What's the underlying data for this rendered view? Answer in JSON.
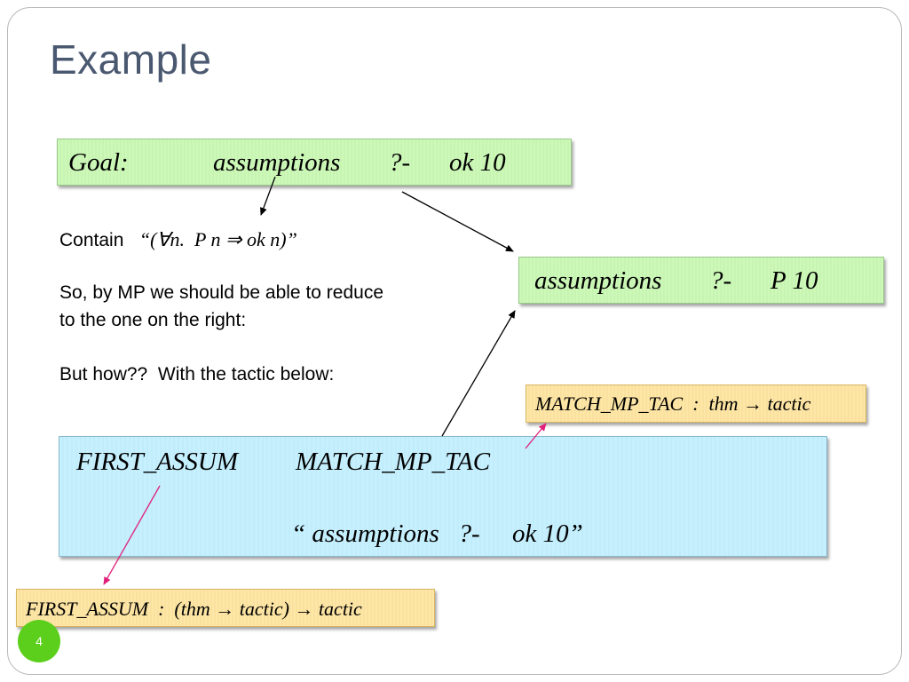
{
  "slide": {
    "title": "Example",
    "page_number": "4"
  },
  "goal_box": {
    "label": "Goal:",
    "assumptions": "assumptions",
    "turnstile": "?-",
    "goal": "ok 10"
  },
  "target_box": {
    "assumptions": "assumptions",
    "turnstile": "?-",
    "goal": "P 10"
  },
  "text": {
    "contain_label": "Contain",
    "contain_formula": "“(∀n.  P n ⇒ ok n)”",
    "line_so_1": "So, by MP we should be able to reduce",
    "line_so_2": "to the one on the right:",
    "line_how": "But how??  With the tactic below:"
  },
  "match_box": {
    "text": "MATCH_MP_TAC  :  thm → tactic"
  },
  "tactic_box": {
    "first_assum": "FIRST_ASSUM",
    "match_mp_tac": "MATCH_MP_TAC",
    "quoted_goal": "“ assumptions   ?-     ok 10”"
  },
  "first_box": {
    "text": "FIRST_ASSUM  :  (thm → tactic) → tactic"
  },
  "colors": {
    "title": "#4a5870",
    "green_box": "#ccf8b8",
    "yellow_box": "#fde6a6",
    "blue_box": "#c6f0fe",
    "arrow_black": "#000000",
    "arrow_magenta": "#e0207a",
    "page_badge": "#5ccf1c"
  }
}
